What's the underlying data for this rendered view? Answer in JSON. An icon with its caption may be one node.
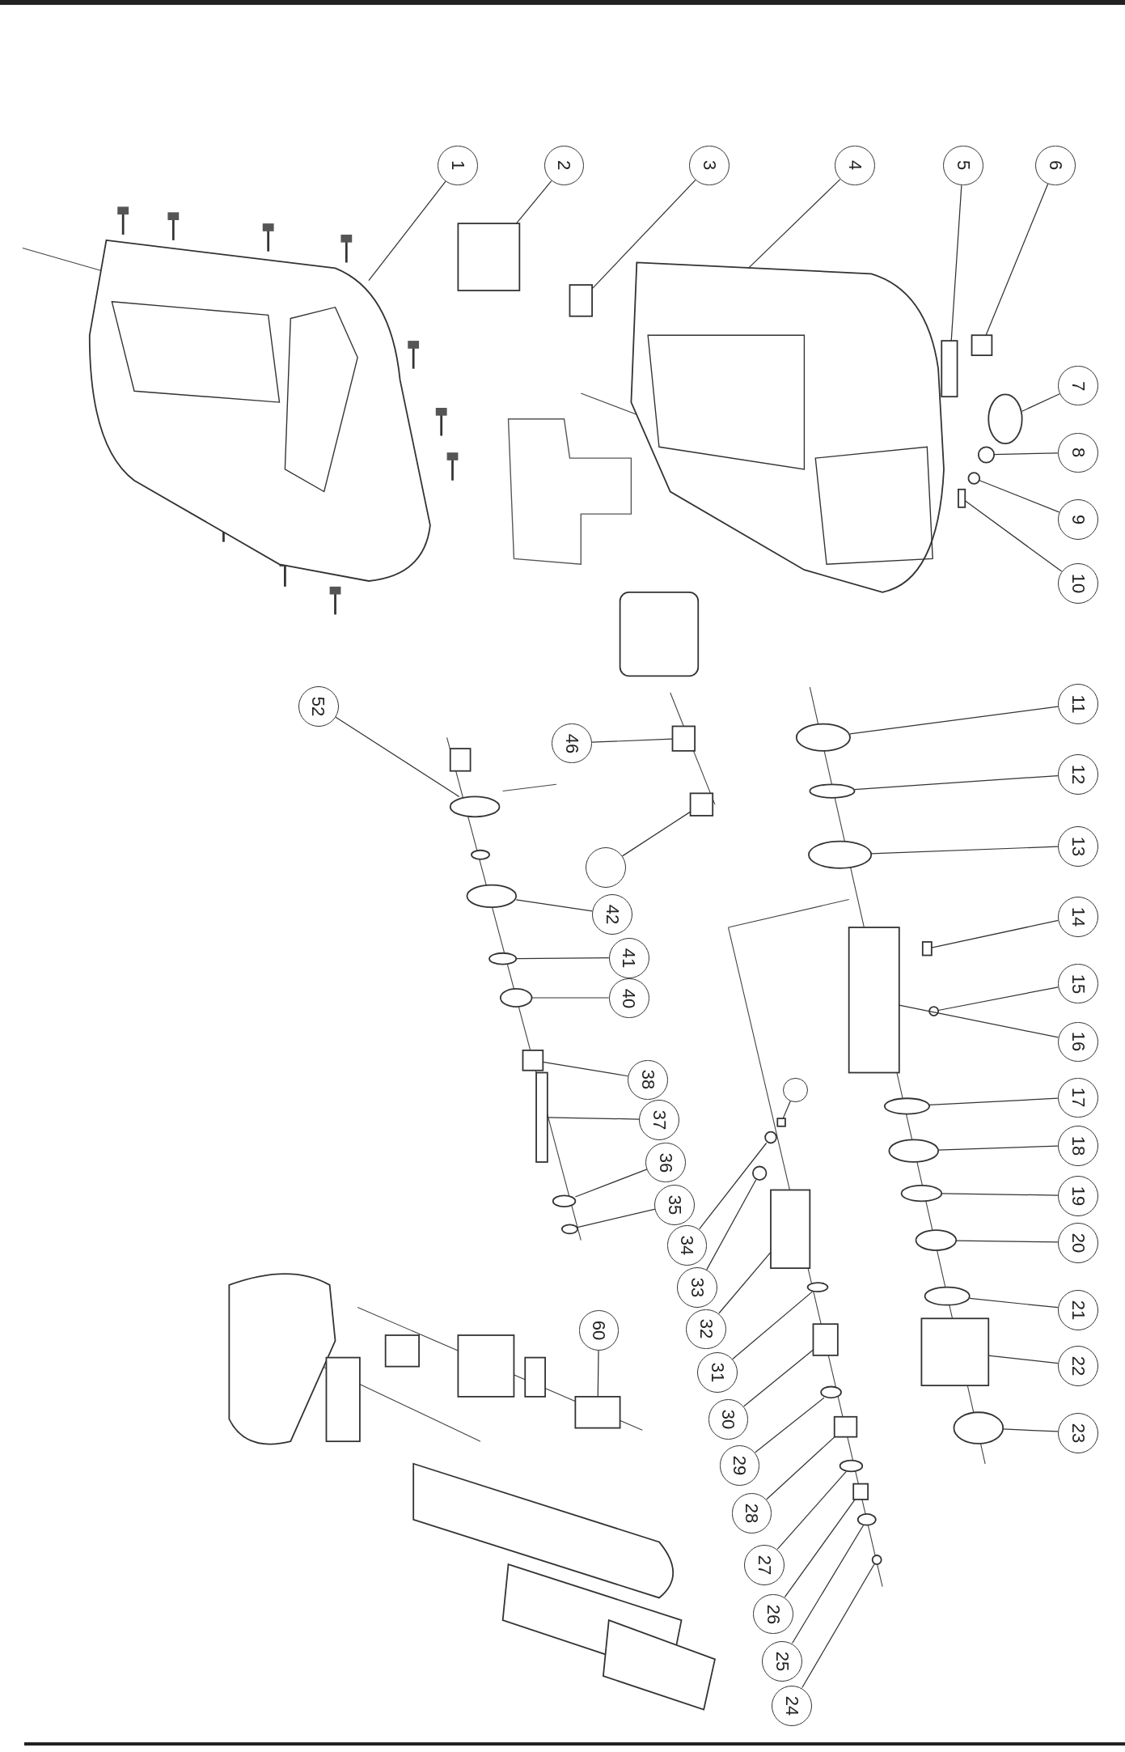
{
  "diagram": {
    "nodes": [
      {
        "text": [
          "1"
        ]
      },
      {
        "text": [
          "2"
        ]
      },
      {
        "text": [
          "3"
        ]
      },
      {
        "text": [
          "4"
        ]
      },
      {
        "text": [
          "5"
        ]
      },
      {
        "text": [
          "6"
        ]
      },
      {
        "text": [
          "7"
        ]
      },
      {
        "text": [
          "8"
        ]
      },
      {
        "text": [
          "9"
        ]
      },
      {
        "text": [
          "10"
        ]
      },
      {
        "text": [
          "11"
        ]
      },
      {
        "text": [
          "12"
        ]
      },
      {
        "text": [
          "13"
        ]
      },
      {
        "text": [
          "14"
        ]
      },
      {
        "text": [
          "15"
        ]
      },
      {
        "text": [
          "16"
        ]
      },
      {
        "text": [
          "17"
        ]
      },
      {
        "text": [
          "18"
        ]
      },
      {
        "text": [
          "19"
        ]
      },
      {
        "text": [
          "20"
        ]
      },
      {
        "text": [
          "21"
        ]
      },
      {
        "text": [
          "22"
        ]
      },
      {
        "text": [
          "23"
        ]
      },
      {
        "text": [
          "24"
        ]
      },
      {
        "text": [
          "25"
        ]
      },
      {
        "text": [
          "26"
        ]
      },
      {
        "text": [
          "27"
        ]
      },
      {
        "text": [
          "28"
        ]
      },
      {
        "text": [
          "29"
        ]
      },
      {
        "text": [
          "30"
        ]
      },
      {
        "text": [
          "31"
        ]
      },
      {
        "text": [
          "32"
        ]
      },
      {
        "text": [
          "33"
        ]
      },
      {
        "text": [
          "34"
        ]
      },
      {
        "text": [],
        "shape": "circle"
      },
      {
        "text": [
          "35"
        ]
      },
      {
        "text": [
          "36"
        ]
      },
      {
        "text": [
          "37"
        ]
      },
      {
        "text": [
          "38"
        ]
      },
      {
        "text": [
          "40"
        ]
      },
      {
        "text": [
          "41"
        ]
      },
      {
        "text": [
          "42"
        ]
      },
      {
        "text": [],
        "shape": "circle"
      },
      {
        "text": [
          "46"
        ]
      },
      {
        "text": [
          "52"
        ]
      },
      {
        "text": [
          "60"
        ]
      },
      {
        "text": [],
        "shape": "picture"
      },
      {
        "text": [],
        "shape": "box"
      },
      {
        "text": [],
        "shape": "box"
      },
      {
        "text": [],
        "shape": "picture"
      },
      {
        "text": [],
        "shape": "box"
      },
      {
        "text": [],
        "shape": "box"
      },
      {
        "text": [],
        "shape": "circle"
      },
      {
        "text": [],
        "shape": "circle"
      },
      {
        "text": [],
        "shape": "circle"
      },
      {
        "text": [],
        "shape": "box"
      },
      {
        "text": [],
        "shape": "circle"
      },
      {
        "text": [],
        "shape": "circle"
      },
      {
        "text": [],
        "shape": "circle"
      },
      {
        "text": [],
        "shape": "box"
      },
      {
        "text": [],
        "shape": "circle"
      },
      {
        "text": [],
        "shape": "box"
      },
      {
        "text": [],
        "shape": "circle"
      },
      {
        "text": [],
        "shape": "circle"
      },
      {
        "text": [],
        "shape": "circle"
      },
      {
        "text": [],
        "shape": "circle"
      },
      {
        "text": [],
        "shape": "circle"
      },
      {
        "text": [],
        "shape": "box"
      },
      {
        "text": [],
        "shape": "circle"
      },
      {
        "text": [],
        "shape": "circle"
      },
      {
        "text": [],
        "shape": "circle"
      },
      {
        "text": [],
        "shape": "box"
      },
      {
        "text": [],
        "shape": "circle"
      },
      {
        "text": [],
        "shape": "box"
      },
      {
        "text": [],
        "shape": "circle"
      },
      {
        "text": [],
        "shape": "box"
      },
      {
        "text": [],
        "shape": "circle"
      },
      {
        "text": [],
        "shape": "box"
      },
      {
        "text": [],
        "shape": "circle"
      },
      {
        "text": [],
        "shape": "circle"
      },
      {
        "text": [],
        "shape": "box"
      },
      {
        "text": [],
        "shape": "circle"
      },
      {
        "text": [],
        "shape": "circle"
      },
      {
        "text": [],
        "shape": "box"
      },
      {
        "text": [],
        "shape": "box"
      },
      {
        "text": [],
        "shape": "circle"
      },
      {
        "text": [],
        "shape": "circle"
      },
      {
        "text": [],
        "shape": "circle"
      },
      {
        "text": [],
        "shape": "box"
      },
      {
        "text": [],
        "shape": "box"
      },
      {
        "text": [],
        "shape": "circle"
      },
      {
        "text": [],
        "shape": "box"
      }
    ],
    "edges": [
      {
        "from": 0,
        "to": 46,
        "arrow": "none"
      },
      {
        "from": 1,
        "to": 47,
        "arrow": "none"
      },
      {
        "from": 2,
        "to": 48,
        "arrow": "none"
      },
      {
        "from": 3,
        "to": 49,
        "arrow": "none"
      },
      {
        "from": 4,
        "to": 50,
        "arrow": "none"
      },
      {
        "from": 5,
        "to": 51,
        "arrow": "none"
      },
      {
        "from": 6,
        "to": 52,
        "arrow": "none"
      },
      {
        "from": 7,
        "to": 53,
        "arrow": "none"
      },
      {
        "from": 8,
        "to": 54,
        "arrow": "none"
      },
      {
        "from": 9,
        "to": 55,
        "arrow": "none"
      },
      {
        "from": 10,
        "to": 56,
        "arrow": "none"
      },
      {
        "from": 11,
        "to": 57,
        "arrow": "none"
      },
      {
        "from": 12,
        "to": 58,
        "arrow": "none"
      },
      {
        "from": 13,
        "to": 59,
        "arrow": "none"
      },
      {
        "from": 14,
        "to": 60,
        "arrow": "none"
      },
      {
        "from": 15,
        "to": 61,
        "arrow": "none"
      },
      {
        "from": 16,
        "to": 62,
        "arrow": "none"
      },
      {
        "from": 17,
        "to": 63,
        "arrow": "none"
      },
      {
        "from": 18,
        "to": 64,
        "arrow": "none"
      },
      {
        "from": 19,
        "to": 65,
        "arrow": "none"
      },
      {
        "from": 20,
        "to": 66,
        "arrow": "none"
      },
      {
        "from": 21,
        "to": 67,
        "arrow": "none"
      },
      {
        "from": 22,
        "to": 68,
        "arrow": "none"
      },
      {
        "from": 23,
        "to": 69,
        "arrow": "none"
      },
      {
        "from": 24,
        "to": 70,
        "arrow": "none"
      },
      {
        "from": 25,
        "to": 71,
        "arrow": "none"
      },
      {
        "from": 26,
        "to": 72,
        "arrow": "none"
      },
      {
        "from": 27,
        "to": 73,
        "arrow": "none"
      },
      {
        "from": 28,
        "to": 74,
        "arrow": "none"
      },
      {
        "from": 29,
        "to": 75,
        "arrow": "none"
      },
      {
        "from": 30,
        "to": 76,
        "arrow": "none"
      },
      {
        "from": 31,
        "to": 77,
        "arrow": "none"
      },
      {
        "from": 32,
        "to": 78,
        "arrow": "none"
      },
      {
        "from": 33,
        "to": 79,
        "arrow": "none"
      },
      {
        "from": 34,
        "to": 80,
        "arrow": "none"
      },
      {
        "from": 35,
        "to": 81,
        "arrow": "none"
      },
      {
        "from": 36,
        "to": 82,
        "arrow": "none"
      },
      {
        "from": 37,
        "to": 83,
        "arrow": "none"
      },
      {
        "from": 38,
        "to": 84,
        "arrow": "none"
      },
      {
        "from": 39,
        "to": 85,
        "arrow": "none"
      },
      {
        "from": 40,
        "to": 86,
        "arrow": "none"
      },
      {
        "from": 41,
        "to": 87,
        "arrow": "none"
      },
      {
        "from": 42,
        "to": 88,
        "arrow": "none"
      },
      {
        "from": 43,
        "to": 89,
        "arrow": "none"
      },
      {
        "from": 44,
        "to": 90,
        "arrow": "none"
      },
      {
        "from": 45,
        "to": 91,
        "arrow": "none"
      }
    ]
  }
}
